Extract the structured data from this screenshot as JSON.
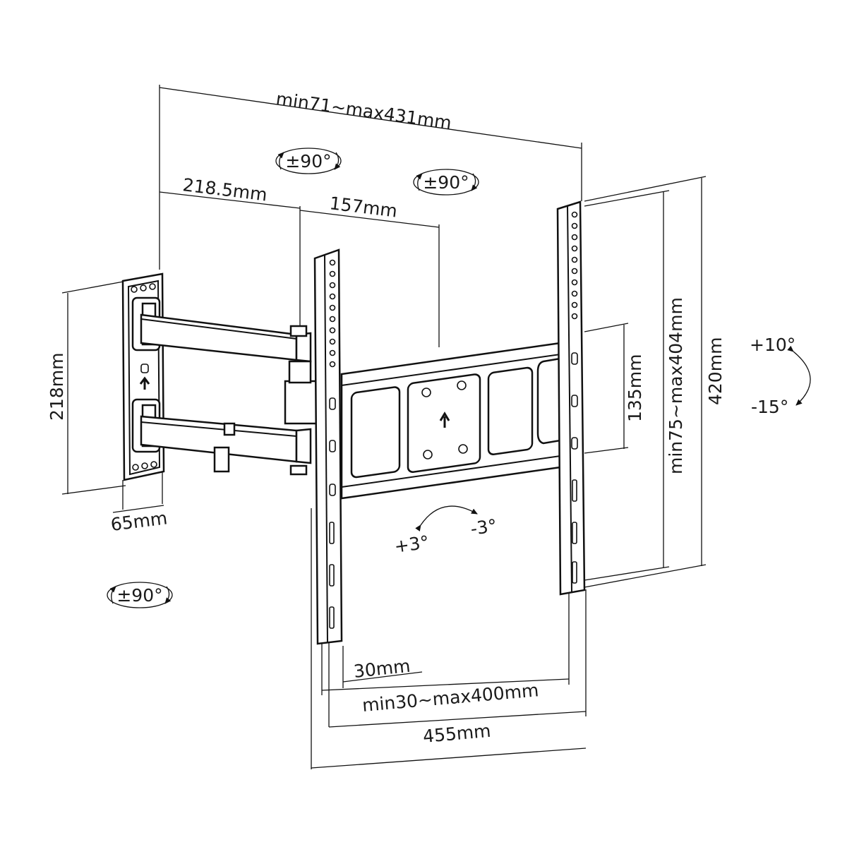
{
  "dimensions": {
    "arm_extension": "min71~max431mm",
    "arm_first_segment": "218.5mm",
    "arm_second_segment": "157mm",
    "wall_plate_height": "218mm",
    "wall_plate_width": "65mm",
    "center_plate_height": "135mm",
    "vertical_hole_spacing": "min75~max404mm",
    "rail_height": "420mm",
    "rail_width": "30mm",
    "horizontal_hole_spacing": "min30~max400mm",
    "bracket_width": "455mm"
  },
  "rotations": {
    "swivel_top_left": "±90°",
    "swivel_top_center": "±90°",
    "swivel_bottom_left": "±90°",
    "tilt_up": "+10°",
    "tilt_down": "-15°",
    "rotate_left": "+3°",
    "rotate_right": "-3°"
  },
  "colors": {
    "line": "#111111",
    "background": "#ffffff"
  }
}
